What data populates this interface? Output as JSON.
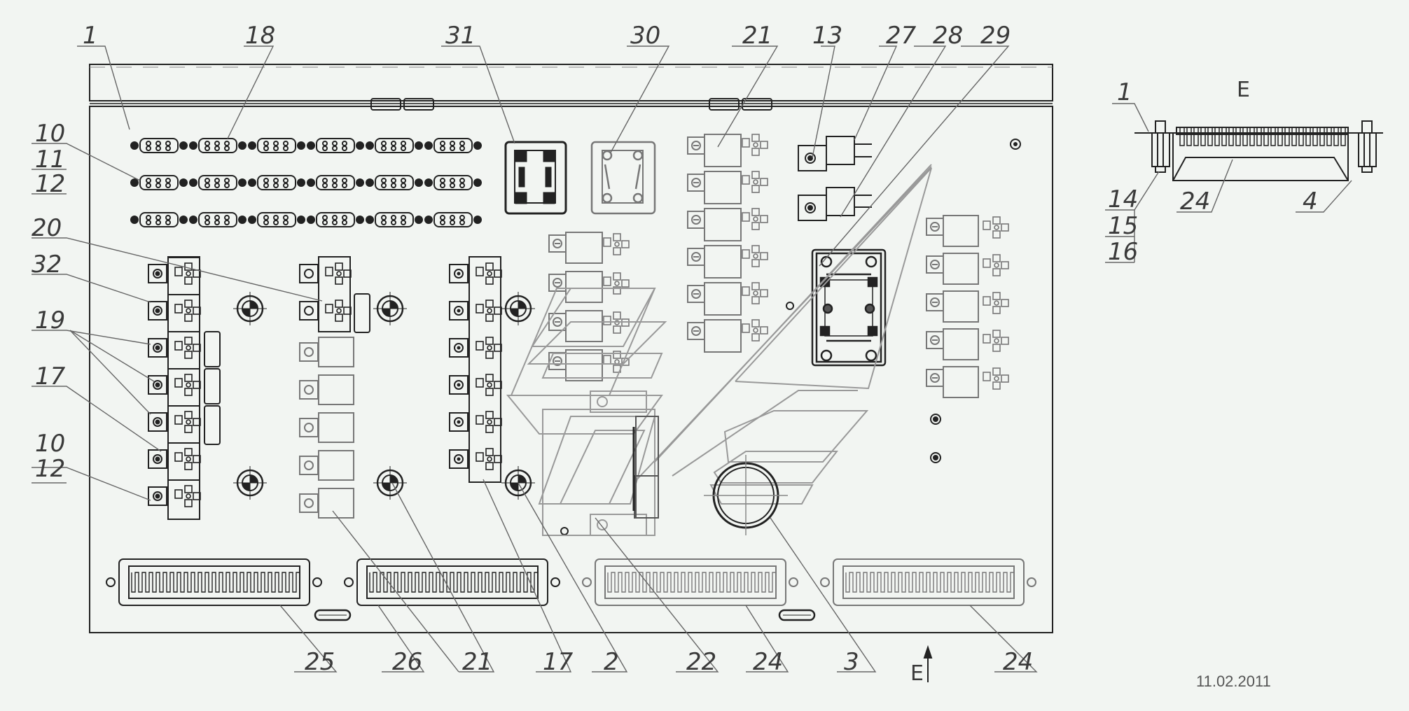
{
  "drawing": {
    "date": "11.02.2011",
    "view_label": "E",
    "section_label": "E",
    "callouts": {
      "top": [
        "1",
        "18",
        "31",
        "30",
        "21",
        "13",
        "27",
        "28",
        "29"
      ],
      "left": [
        "10",
        "11",
        "12",
        "20",
        "32",
        "19",
        "17",
        "10",
        "12"
      ],
      "bottom": [
        "25",
        "26",
        "21",
        "17",
        "2",
        "22",
        "24",
        "3",
        "24"
      ],
      "detail": [
        "1",
        "14",
        "15",
        "16",
        "24",
        "4"
      ]
    }
  },
  "colors": {
    "background": "#f2f5f2",
    "line_dark": "#222222",
    "line_light": "#888888"
  }
}
